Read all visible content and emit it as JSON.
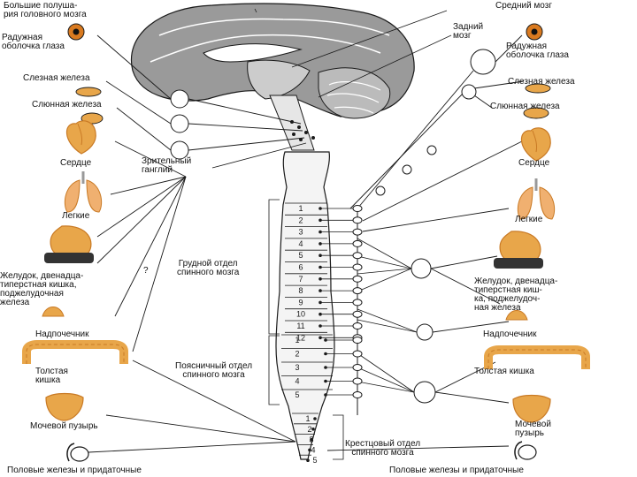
{
  "left_labels": {
    "cerebrum": "Большие полуша-\nрия головного мозга",
    "iris": "Радужная\nоболочка глаза",
    "lacrimal": "Слезная железа",
    "salivary": "Слюнная железа",
    "heart": "Сердце",
    "ciliary_ganglia": "Зрительный\nганглий",
    "lungs": "Легкие",
    "stomach": "Желудок, двенадца-\nтиперстная кишка,\nподжелудочная\nжелеза",
    "question_mark": "?",
    "adrenal": "Надпочечник",
    "colon": "Толстая\nкишка",
    "bladder": "Мочевой пузырь",
    "genitals": "Половые железы и придаточные"
  },
  "right_labels": {
    "midbrain": "Средний мозг",
    "hindbrain": "Задний\nмозг",
    "iris": "Радужная\nоболочка глаза",
    "lacrimal": "Слезная железа",
    "salivary": "Слюнная железа",
    "heart": "Сердце",
    "lungs": "Легкие",
    "stomach": "Желудок, двенадца-\nтиперстная киш-\nка, поджелудоч-\nная железа",
    "adrenal": "Надпочечник",
    "colon": "Толстая кишка",
    "bladder": "Мочевой\nпузырь",
    "genitals": "Половые железы и придаточные"
  },
  "cord_labels": {
    "thoracic": "Грудной отдел\nспинного мозга",
    "lumbar": "Поясничный отдел\nспинного мозга",
    "sacral": "Крестцовый отдел\nспинного мозга"
  },
  "segments": {
    "thoracic": [
      "1",
      "2",
      "3",
      "4",
      "5",
      "6",
      "7",
      "8",
      "9",
      "10",
      "11",
      "12"
    ],
    "lumbar": [
      "1",
      "2",
      "3",
      "4",
      "5"
    ],
    "sacral": [
      "1",
      "2",
      "3",
      "4",
      "5"
    ]
  },
  "colors": {
    "ink": "#1a1a1a",
    "brain_fill": "#9a9a9a",
    "organ_fill": "#e8a64a",
    "organ_dark": "#c97a25",
    "lung_fill": "#f0b070",
    "iris_fill": "#d97a20",
    "stomach_dark": "#333333"
  }
}
